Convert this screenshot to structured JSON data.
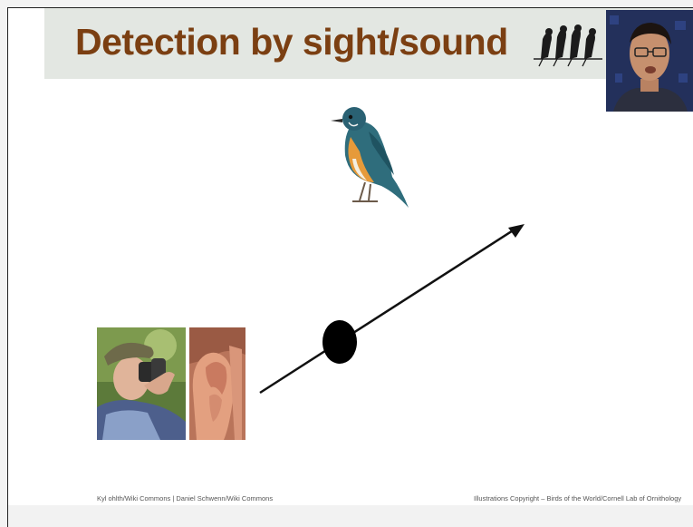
{
  "slide": {
    "title": "Detection by sight/sound",
    "credits": {
      "left": "Kyl ohlth/Wiki Commons | Daniel Schwenn/Wiki Commons",
      "right": "Illustrations Copyright – Birds of the World/Cornell Lab of Ornithology"
    }
  },
  "icons": {
    "logo": "perched-birds-logo",
    "bird": "bluetail-bird-illustration",
    "arrow": "detection-arrow",
    "observer": "observer-dot"
  },
  "colors": {
    "title": "#7b3f12",
    "title_bar": "#e3e7e2",
    "video_bg": "#20284a"
  }
}
